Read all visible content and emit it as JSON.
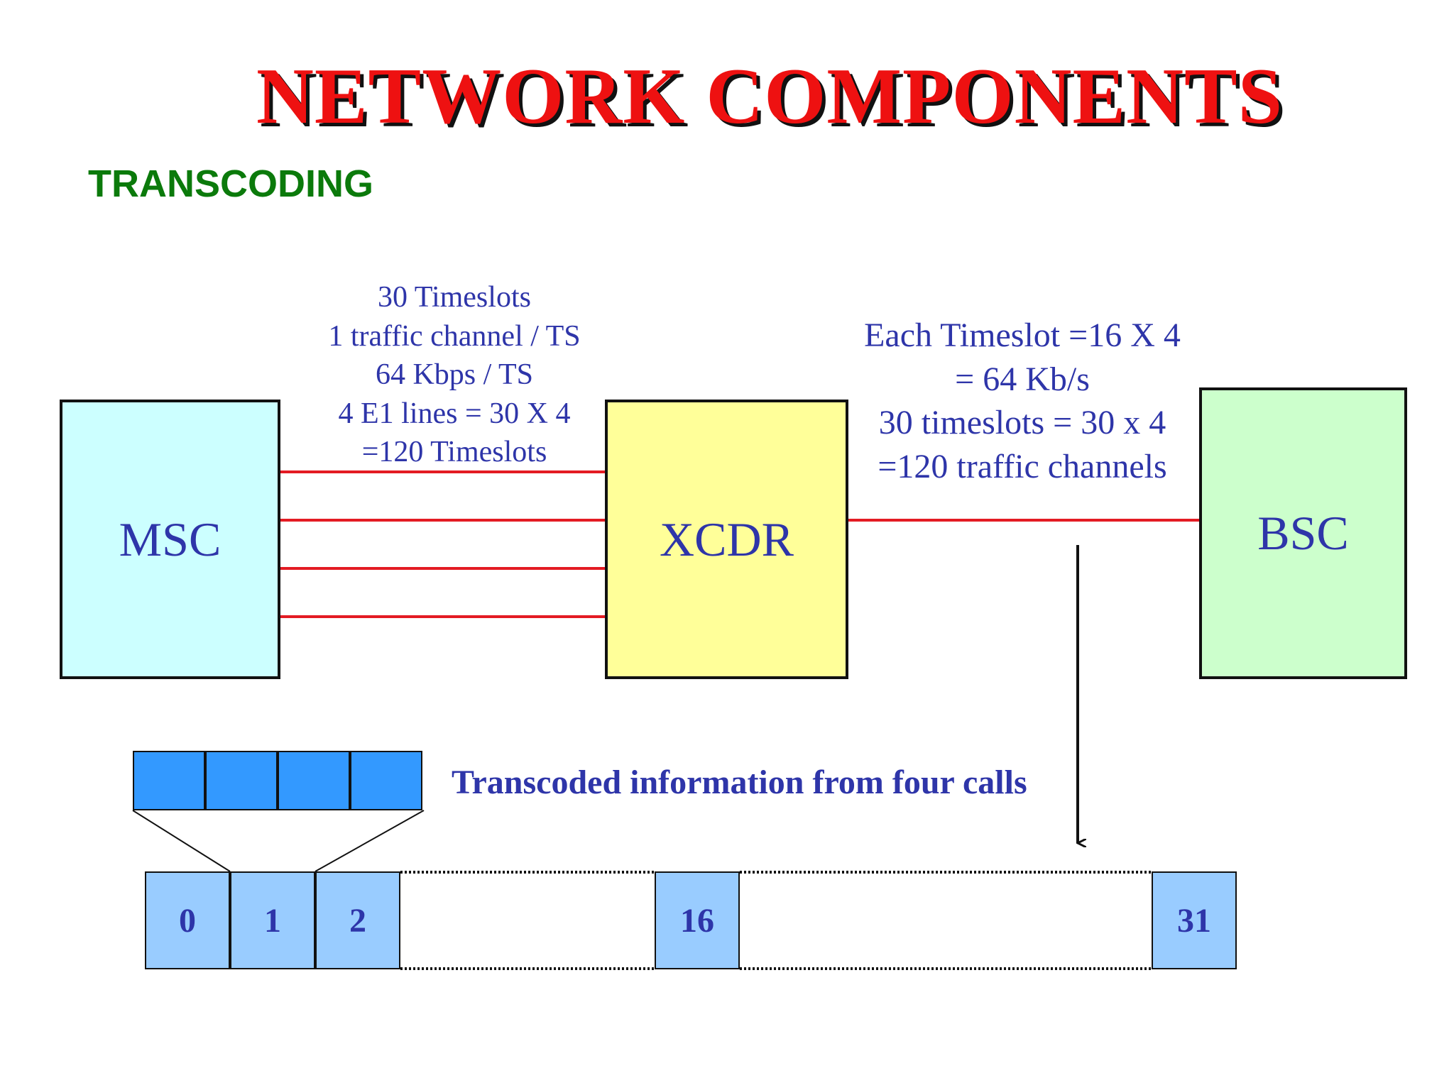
{
  "slide": {
    "title": "NETWORK COMPONENTS",
    "subtitle": "TRANSCODING"
  },
  "components": {
    "msc": "MSC",
    "xcdr": "XCDR",
    "bsc": "BSC"
  },
  "left_link_notes": [
    "30 Timeslots",
    "1 traffic channel / TS",
    "64 Kbps / TS",
    "4 E1 lines = 30 X 4",
    "=120 Timeslots"
  ],
  "right_link_notes": [
    "Each Timeslot =16 X 4",
    "= 64 Kb/s",
    "30 timeslots = 30 x 4",
    "=120 traffic channels"
  ],
  "transcoded_label": "Transcoded information from four calls",
  "timeslots": [
    "0",
    "1",
    "2",
    "16",
    "31"
  ],
  "colors": {
    "title": "#ee1111",
    "subtitle": "#0b7a0b",
    "text": "#2e35a9",
    "link": "#e31b23",
    "msc_fill": "#ccffff",
    "xcdr_fill": "#ffff99",
    "bsc_fill": "#ccffcc",
    "call_cell_fill": "#3399ff",
    "timeslot_fill": "#99ccff"
  }
}
